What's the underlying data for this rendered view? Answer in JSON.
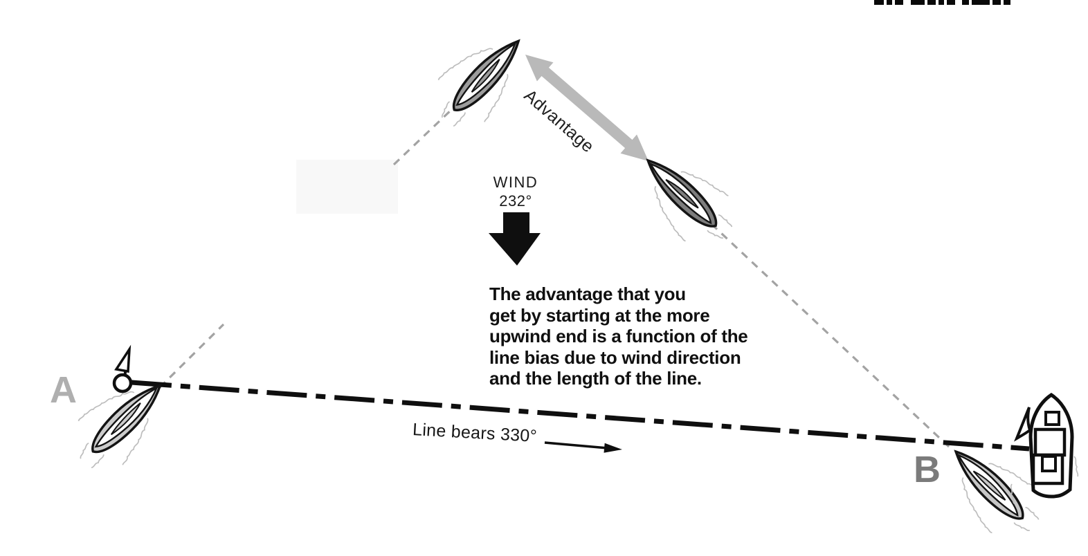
{
  "labels": {
    "wind": "WIND",
    "wind_bearing": "232°",
    "advantage": "Advantage",
    "mark_a": "A",
    "mark_b": "B",
    "line_bearing": "Line bears 330°"
  },
  "note": {
    "lines": [
      "The advantage that you",
      "get by starting at the more",
      "upwind end is a function of the",
      "line bias due to wind direction",
      "and the length of the line."
    ]
  },
  "colors": {
    "ink": "#0f0f0f",
    "boat_light_gray": "#c9c9c9",
    "boat_mid_gray": "#9c9c9c",
    "boat_dark_gray": "#7d7d7d",
    "advantage_arrow_gray": "#b9b9b9",
    "layline_gray": "#a3a3a3",
    "label_a_gray": "#afafaf",
    "label_b_gray": "#7b7b7b",
    "background": "#ffffff"
  }
}
